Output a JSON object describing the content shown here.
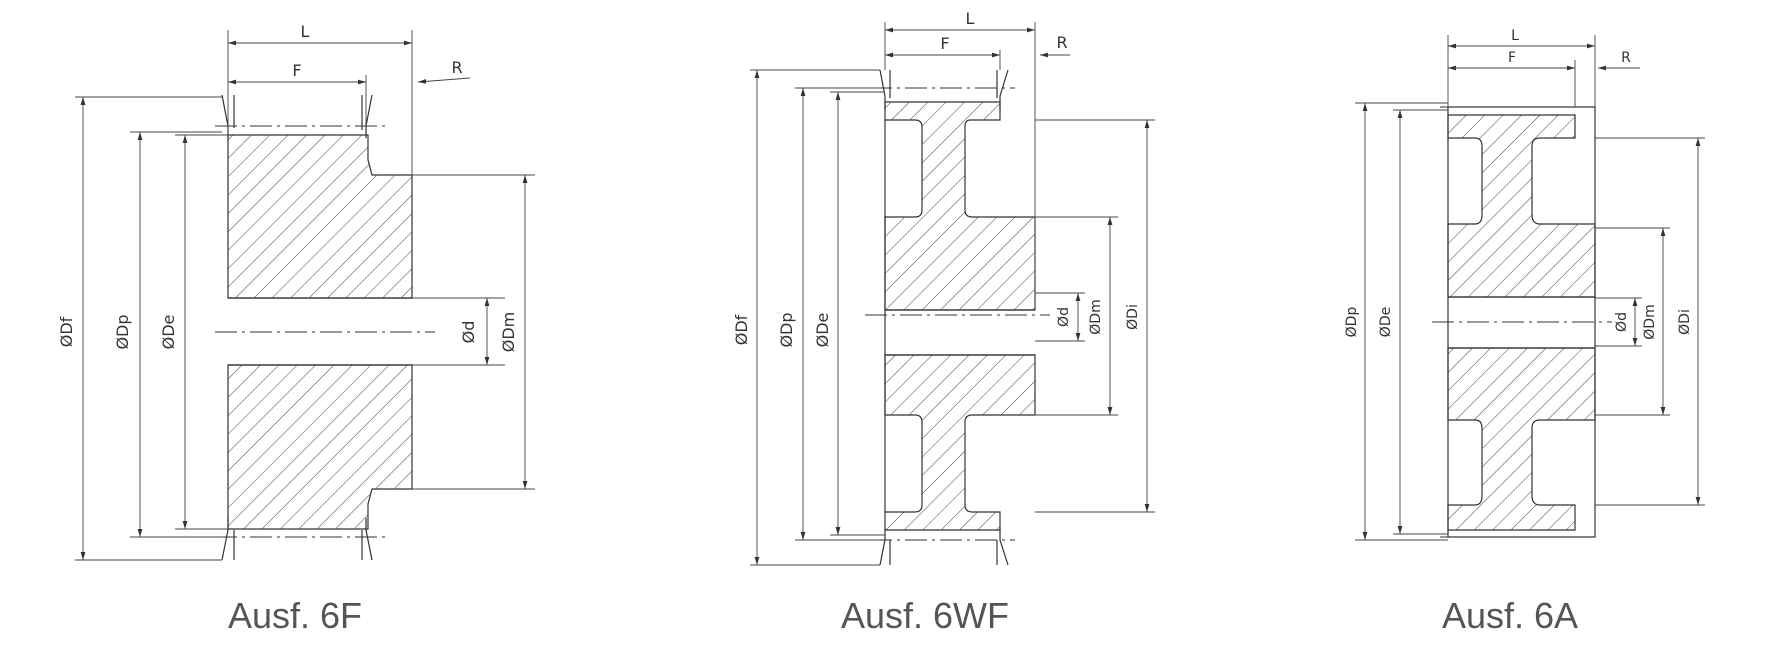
{
  "figures": [
    {
      "caption": "Ausf. 6F",
      "labels": {
        "L": "L",
        "F": "F",
        "R": "R",
        "Df": "ØDf",
        "Dp": "ØDp",
        "De": "ØDe",
        "d": "Ød",
        "Dm": "ØDm"
      }
    },
    {
      "caption": "Ausf. 6WF",
      "labels": {
        "L": "L",
        "F": "F",
        "R": "R",
        "Df": "ØDf",
        "Dp": "ØDp",
        "De": "ØDe",
        "d": "Ød",
        "Dm": "ØDm",
        "Di": "ØDi"
      }
    },
    {
      "caption": "Ausf. 6A",
      "labels": {
        "L": "L",
        "F": "F",
        "R": "R",
        "Dp": "ØDp",
        "De": "ØDe",
        "d": "Ød",
        "Dm": "ØDm",
        "Di": "ØDi"
      }
    }
  ],
  "colors": {
    "line": "#333333",
    "caption": "#555555",
    "background": "#ffffff"
  }
}
